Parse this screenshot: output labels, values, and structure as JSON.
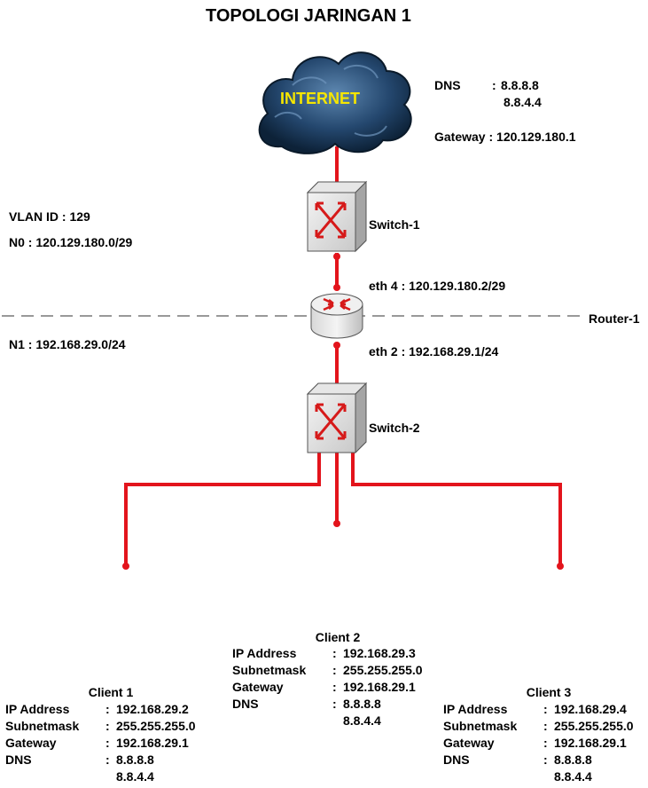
{
  "title": "TOPOLOGI JARINGAN 1",
  "internet": {
    "label": "INTERNET",
    "dns_label": "DNS",
    "dns_sep": ":",
    "dns_1": "8.8.8.8",
    "dns_2": "8.8.4.4",
    "gateway": "Gateway : 120.129.180.1"
  },
  "vlan": {
    "vlan_id": "VLAN ID : 129",
    "n0": "N0 : 120.129.180.0/29",
    "n1": "N1 : 192.168.29.0/24"
  },
  "switch1": {
    "label": "Switch-1"
  },
  "router": {
    "label": "Router-1",
    "eth4": "eth 4 : 120.129.180.2/29",
    "eth2": "eth 2 : 192.168.29.1/24"
  },
  "switch2": {
    "label": "Switch-2"
  },
  "field_labels": {
    "ip": "IP Address",
    "mask": "Subnetmask",
    "gateway": "Gateway",
    "dns": "DNS",
    "sep": ":"
  },
  "clients": [
    {
      "name": "Client 1",
      "ip": "192.168.29.2",
      "mask": "255.255.255.0",
      "gateway": "192.168.29.1",
      "dns_1": "8.8.8.8",
      "dns_2": "8.8.4.4"
    },
    {
      "name": "Client 2",
      "ip": "192.168.29.3",
      "mask": "255.255.255.0",
      "gateway": "192.168.29.1",
      "dns_1": "8.8.8.8",
      "dns_2": "8.8.4.4"
    },
    {
      "name": "Client 3",
      "ip": "192.168.29.4",
      "mask": "255.255.255.0",
      "gateway": "192.168.29.1",
      "dns_1": "8.8.8.8",
      "dns_2": "8.8.4.4"
    }
  ],
  "colors": {
    "link": "#e3141c",
    "cloud": "#1a3a5c",
    "internet_text": "#f5e600",
    "device": "#dcdcdc"
  }
}
